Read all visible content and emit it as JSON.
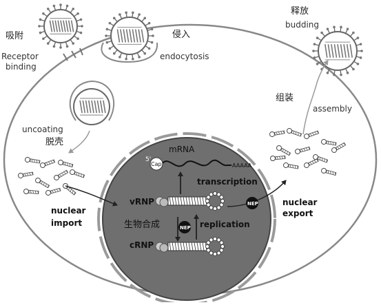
{
  "labels": {
    "receptor_binding_cn": "吸附",
    "receptor_binding_en_1": "Receptor",
    "receptor_binding_en_2": "binding",
    "endocytosis_cn": "侵入",
    "endocytosis_en": "endocytosis",
    "budding_cn": "释放",
    "budding_en": "budding",
    "assembly_cn": "组装",
    "assembly_en": "assembly",
    "uncoating_en": "uncoating",
    "uncoating_cn": "脱壳",
    "nuclear_import_1": "nuclear",
    "nuclear_import_2": "import",
    "nuclear_export_1": "nuclear",
    "nuclear_export_2": "export",
    "mrna": "mRNA",
    "cap": "Cap",
    "five_prime": "5'",
    "poly_a": "AAAAA",
    "transcription": "transcription",
    "vrnp": "vRNP",
    "crnp": "cRNP",
    "biosynthesis_cn": "生物合成",
    "replication": "replication",
    "nep": "NEP"
  }
}
